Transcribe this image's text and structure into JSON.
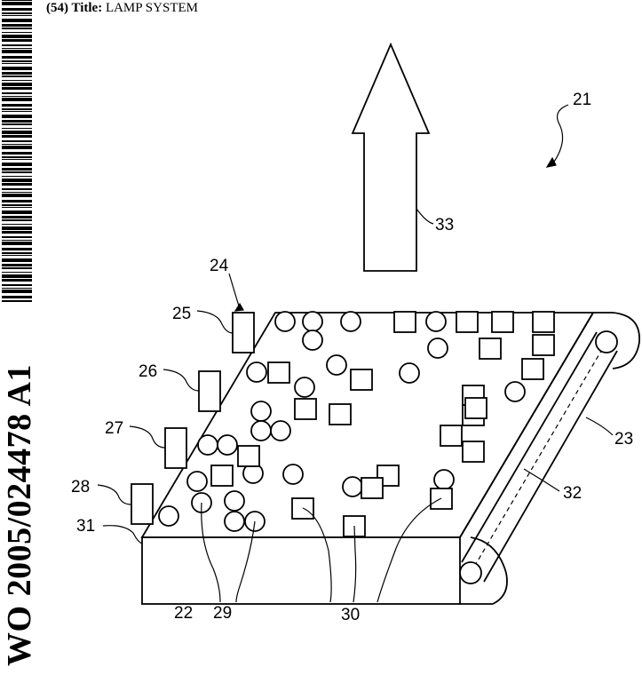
{
  "header": {
    "title_code": "(54) Title:",
    "title_value": "LAMP SYSTEM"
  },
  "publication_number": "WO 2005/024478 A1",
  "figure": {
    "labels": {
      "system": "21",
      "light_arrow": "33",
      "plate_arrow": "24",
      "led_25": "25",
      "led_26": "26",
      "led_27": "27",
      "led_28": "28",
      "edge_31": "31",
      "body_22": "22",
      "particles_29": "29",
      "particles_30": "30",
      "line_32": "32",
      "tube_23": "23"
    }
  }
}
